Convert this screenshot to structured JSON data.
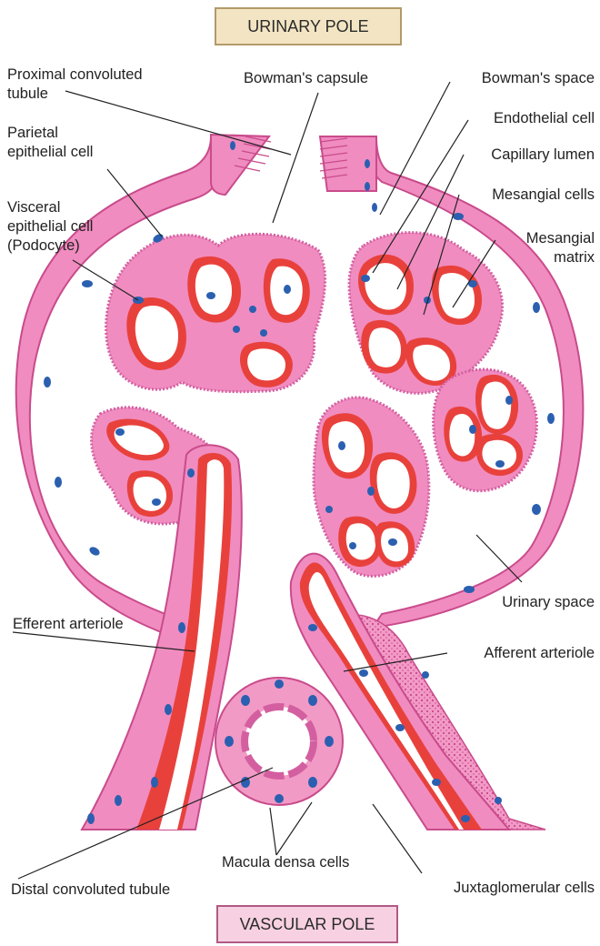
{
  "poles": {
    "urinary": "URINARY POLE",
    "vascular": "VASCULAR POLE"
  },
  "labels": {
    "pct": "Proximal convoluted\ntubule",
    "parietal": "Parietal\nepithelial cell",
    "visceral": "Visceral\nepithelial cell\n(Podocyte)",
    "bowman_capsule": "Bowman's capsule",
    "bowman_space": "Bowman's space",
    "endothelial": "Endothelial cell",
    "capillary_lumen": "Capillary lumen",
    "mesangial_cells": "Mesangial cells",
    "mesangial_matrix": "Mesangial\nmatrix",
    "urinary_space": "Urinary space",
    "efferent": "Efferent arteriole",
    "afferent": "Afferent arteriole",
    "macula_densa": "Macula densa cells",
    "dct": "Distal convoluted tubule",
    "jg_cells": "Juxtaglomerular cells"
  },
  "colors": {
    "capsule_pink": "#f08cc0",
    "capsule_edge": "#c94b8b",
    "vessel_red": "#e8413c",
    "lumen_white": "#ffffff",
    "nucleus_blue": "#2b5fb0",
    "tubule_pink": "#f29ac6",
    "label_line": "#222222"
  }
}
